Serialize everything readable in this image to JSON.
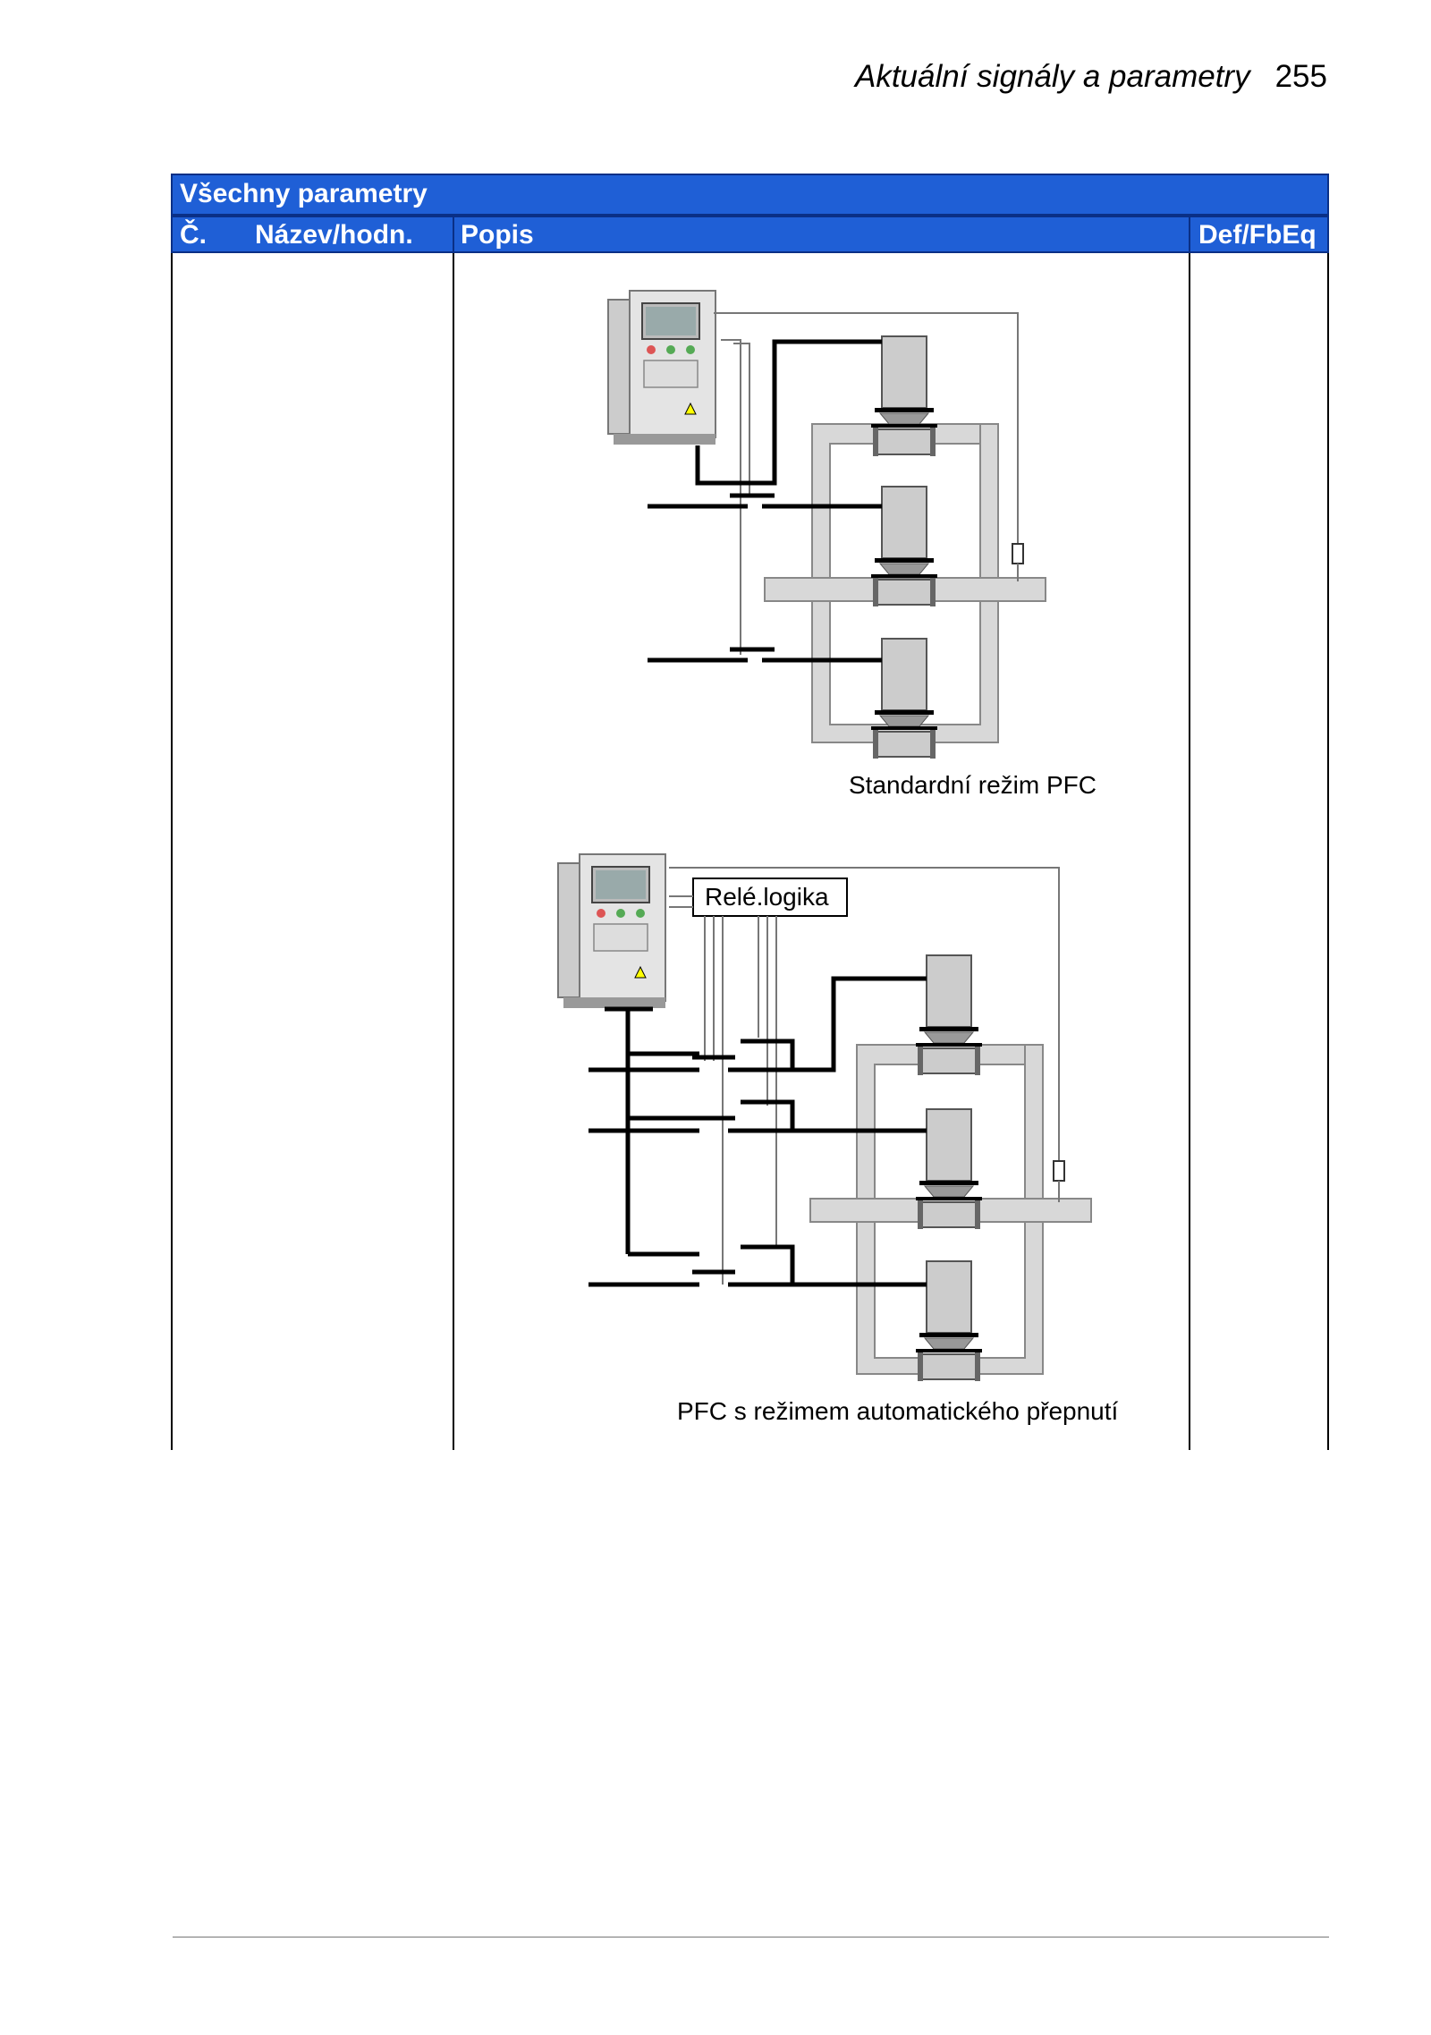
{
  "page_header": {
    "section_title": "Aktuální signály a parametry",
    "page_number": "255"
  },
  "table": {
    "title": "Všechny parametry",
    "columns": {
      "number": "Č.",
      "name": "Název/hodn.",
      "description": "Popis",
      "default": "Def/FbEq"
    }
  },
  "diagrams": {
    "standard": {
      "caption": "Standardní režim PFC"
    },
    "autochange": {
      "caption": "PFC s režimem automatického přepnutí",
      "relay_label": "Relé.logika"
    }
  }
}
